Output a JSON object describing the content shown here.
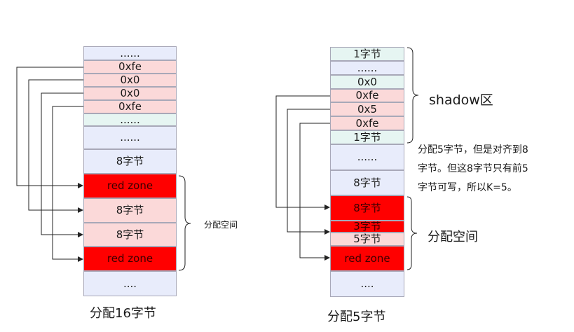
{
  "left_column": {
    "cells": [
      "......",
      "0xfe",
      "0x0",
      "0x0",
      "0xfe",
      "......",
      "......",
      "8字节",
      "red zone",
      "8字节",
      "8字节",
      "red zone",
      "...."
    ],
    "brace_label": "分配空间",
    "caption": "分配16字节"
  },
  "right_column": {
    "cells": [
      "1字节",
      "......",
      "0x0",
      "0xfe",
      "0x5",
      "0xfe",
      "1字节",
      "......",
      "8字节",
      "8字节",
      "3字节",
      "5字节",
      "red zone",
      "...."
    ],
    "shadow_label": "shadow区",
    "note_lines": [
      "分配5字节，但是对齐到8",
      "字节。但这8字节只有前5",
      "字节可写，所以K=5。"
    ],
    "brace_label": "分配空间",
    "caption": "分配5字节"
  },
  "colors": {
    "mint": "#e6f5f2",
    "pink": "#fbd9d9",
    "lavender": "#e8ecfb",
    "red": "#ff0000",
    "border": "#a8a8b8",
    "line": "#222222"
  }
}
